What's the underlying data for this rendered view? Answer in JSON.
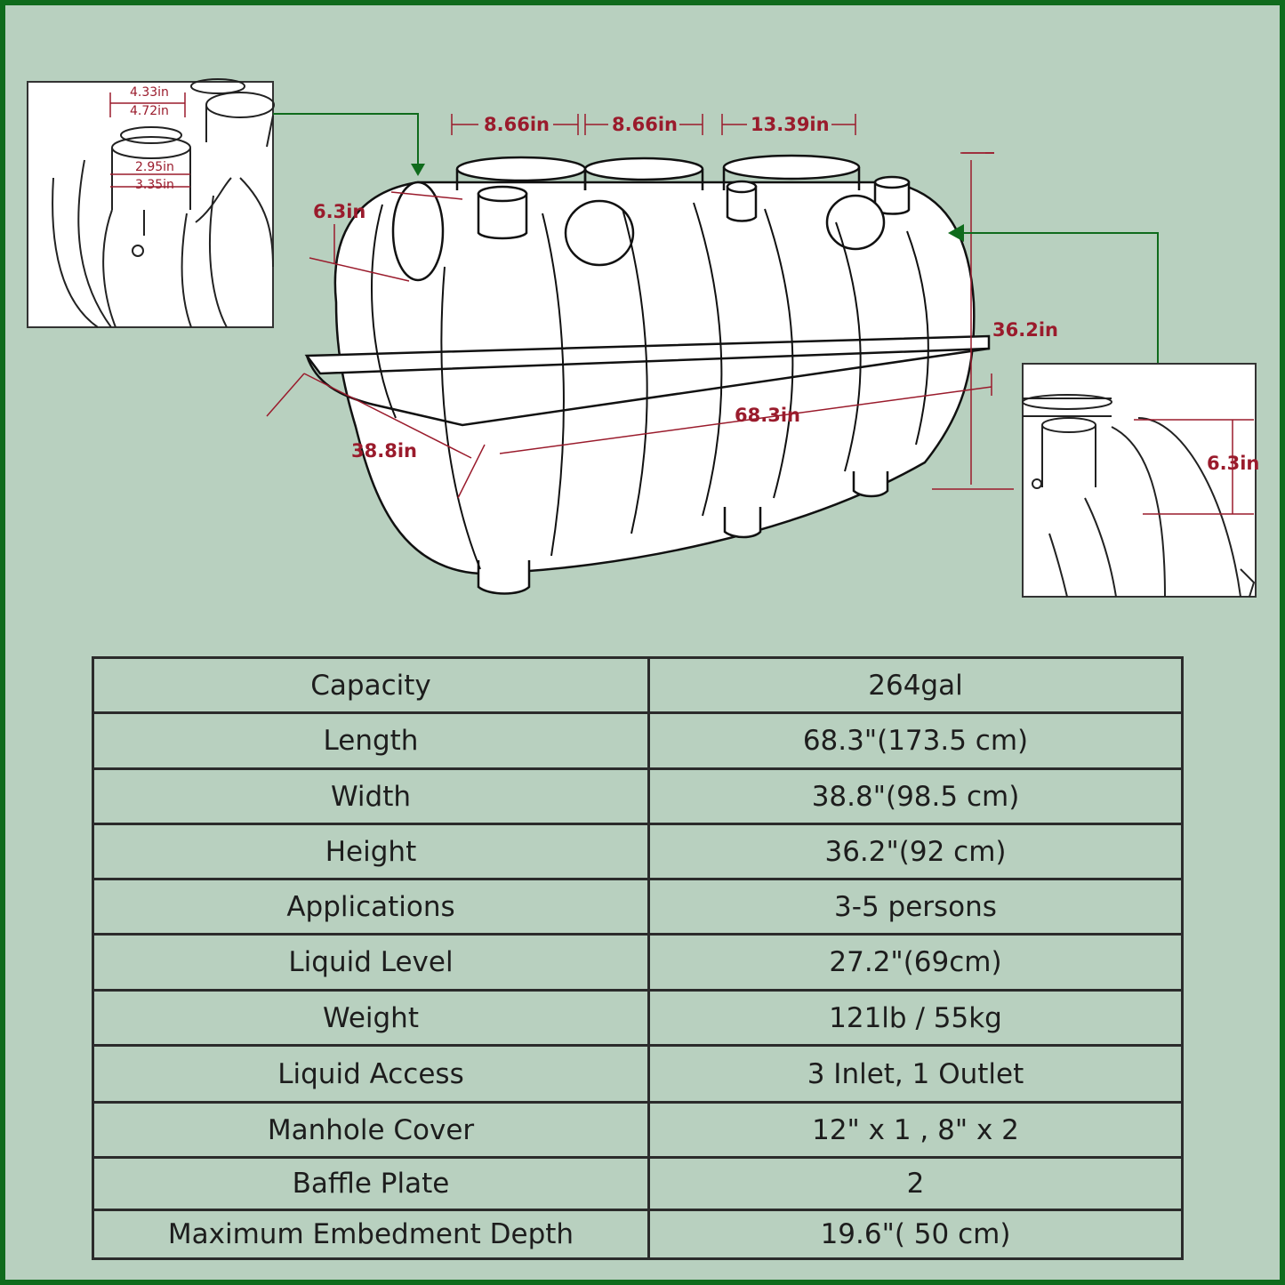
{
  "dimensions": {
    "top_opening_1": "8.66in",
    "top_opening_2": "8.66in",
    "top_opening_3": "13.39in",
    "left_pipe_height": "6.3in",
    "height": "36.2in",
    "length": "68.3in",
    "width": "38.8in",
    "right_detail_height": "6.3in"
  },
  "detail_left": {
    "outer_diameter_a": "4.33in",
    "inner_diameter_a": "4.72in",
    "outer_diameter_b": "2.95in",
    "inner_diameter_b": "3.35in"
  },
  "specs": [
    {
      "label": "Capacity",
      "value": "264gal"
    },
    {
      "label": "Length",
      "value": "68.3\"(173.5 cm)"
    },
    {
      "label": "Width",
      "value": "38.8\"(98.5 cm)"
    },
    {
      "label": "Height",
      "value": "36.2\"(92 cm)"
    },
    {
      "label": "Applications",
      "value": "3-5 persons"
    },
    {
      "label": "Liquid Level",
      "value": "27.2\"(69cm)"
    },
    {
      "label": "Weight",
      "value": "121lb / 55kg"
    },
    {
      "label": "Liquid Access",
      "value": "3 Inlet, 1 Outlet"
    },
    {
      "label": "Manhole Cover",
      "value": "12\" x 1 , 8\" x 2"
    },
    {
      "label": "Baffle Plate",
      "value": "2"
    },
    {
      "label": "Maximum Embedment Depth",
      "value": "19.6\"( 50 cm)"
    }
  ],
  "colors": {
    "border": "#0f6b1c",
    "background": "#b8d0bf",
    "dimension_text": "#9a1b2c",
    "pointer_arrow": "#0f6b1c"
  }
}
